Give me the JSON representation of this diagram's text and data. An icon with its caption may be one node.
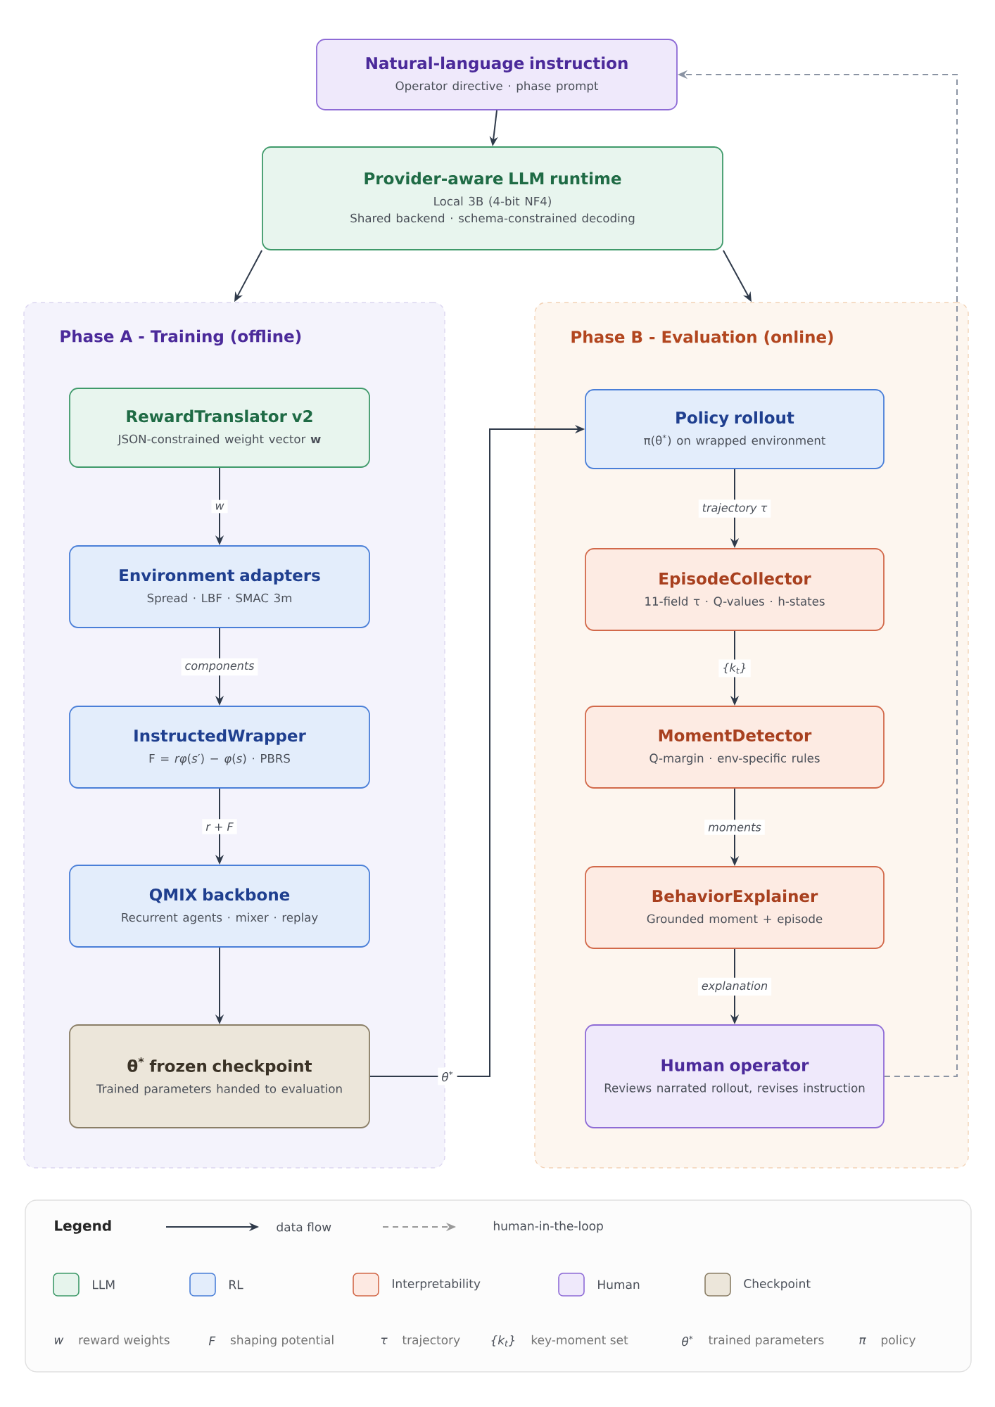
{
  "diagram": {
    "nodes": [
      {
        "text": [
          "Natural-language instruction",
          "Operator directive · phase prompt"
        ]
      },
      {
        "text": [
          "Provider-aware LLM runtime",
          "Local 3B (4-bit NF4)",
          "Shared backend · schema-constrained decoding"
        ]
      },
      {
        "text": [
          "Phase A - Training (offline)"
        ]
      },
      {
        "text": [
          "RewardTranslator v2",
          "JSON-constrained weight vector **w**"
        ],
        "in": 2
      },
      {
        "text": [
          "Environment adapters",
          "Spread · LBF · SMAC 3m"
        ],
        "in": 2
      },
      {
        "text": [
          "InstructedWrapper",
          "F = *rφ*(*s*′) − *φ*(*s*) · PBRS"
        ],
        "in": 2
      },
      {
        "text": [
          "QMIX backbone",
          "Recurrent agents · mixer · replay"
        ],
        "in": 2
      },
      {
        "text": [
          "θ$^{*}$ frozen checkpoint",
          "Trained parameters handed to evaluation"
        ],
        "in": 2
      },
      {
        "text": [
          "Phase B - Evaluation (online)"
        ]
      },
      {
        "text": [
          "Policy rollout",
          "π(θ$^{*}$) on wrapped environment"
        ],
        "in": 8
      },
      {
        "text": [
          "EpisodeCollector",
          "11-field τ · Q-values · h-states"
        ],
        "in": 8
      },
      {
        "text": [
          "MomentDetector",
          "Q-margin · env-specific rules"
        ],
        "in": 8
      },
      {
        "text": [
          "BehaviorExplainer",
          "Grounded moment + episode"
        ],
        "in": 8
      },
      {
        "text": [
          "Human operator",
          "Reviews narrated rollout, revises instruction"
        ],
        "in": 8
      }
    ],
    "edges": [
      {
        "from": 0,
        "to": 1,
        "arrow": "to"
      },
      {
        "from": 1,
        "to": 2,
        "arrow": "to"
      },
      {
        "from": 1,
        "to": 8,
        "arrow": "to"
      },
      {
        "from": 3,
        "to": 4,
        "arrow": "to",
        "label": "w"
      },
      {
        "from": 4,
        "to": 5,
        "arrow": "to",
        "label": "components"
      },
      {
        "from": 5,
        "to": 6,
        "arrow": "to",
        "label": "r + F"
      },
      {
        "from": 6,
        "to": 7,
        "arrow": "to"
      },
      {
        "from": 7,
        "to": 9,
        "arrow": "to",
        "label": "θ$^{*}$"
      },
      {
        "from": 9,
        "to": 10,
        "arrow": "to",
        "label": "trajectory τ"
      },
      {
        "from": 10,
        "to": 11,
        "arrow": "to",
        "label": "{k$_{t}$}"
      },
      {
        "from": 11,
        "to": 12,
        "arrow": "to",
        "label": "moments"
      },
      {
        "from": 12,
        "to": 13,
        "arrow": "to",
        "label": "explanation"
      },
      {
        "from": 13,
        "to": 0,
        "arrow": "to",
        "style": "dashed",
        "color": "#8a93a3"
      }
    ],
    "labels": [
      "Legend",
      "w",
      "reward weights",
      "F",
      "shaping potential",
      "τ",
      "trajectory",
      "{k$_{t}$}",
      "key-moment set",
      "θ$^{*}$",
      "trained parameters",
      "π",
      "policy"
    ],
    "legend": [
      {
        "text": "data flow"
      },
      {
        "text": "human-in-the-loop"
      },
      {
        "text": "LLM",
        "color": "#e6f4ec"
      },
      {
        "text": "RL",
        "color": "#e3edfb"
      },
      {
        "text": "Interpretability",
        "color": "#fde9e2"
      },
      {
        "text": "Human",
        "color": "#efe9fb"
      },
      {
        "text": "Checkpoint",
        "color": "#ece6da"
      }
    ]
  }
}
